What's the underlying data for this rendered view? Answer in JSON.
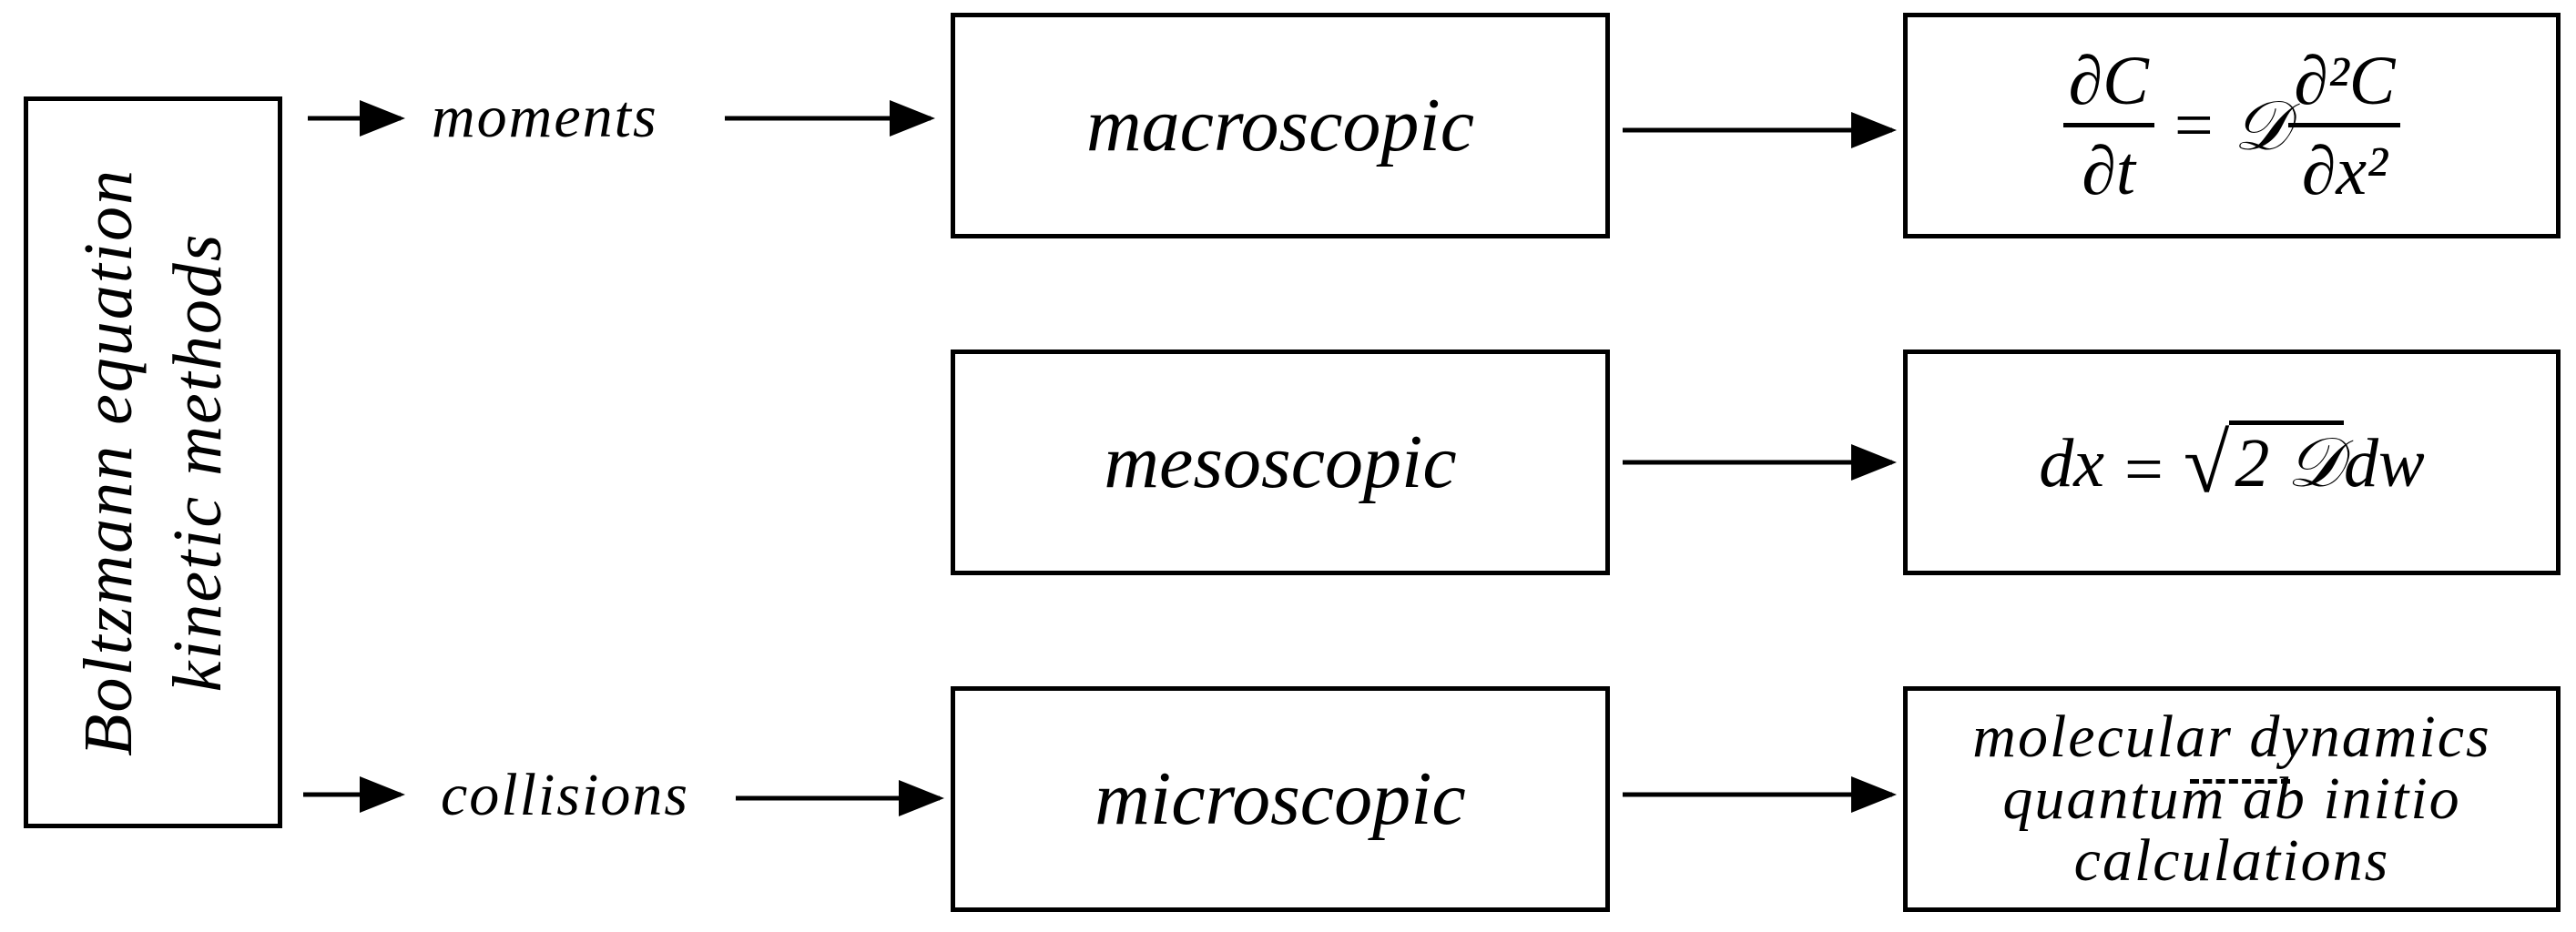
{
  "side": {
    "line1": "Boltzmann equation",
    "line2": "kinetic methods"
  },
  "arrows": {
    "top_label": "moments",
    "bottom_label": "collisions"
  },
  "scales": {
    "macro": "macroscopic",
    "meso": "mesoscopic",
    "micro": "microscopic"
  },
  "equations": {
    "diffusion": {
      "lhs_num": "∂C",
      "lhs_den": "∂t",
      "equals": "=",
      "coeff": "𝒟",
      "rhs_num": "∂²C",
      "rhs_den": "∂x²"
    },
    "langevin": {
      "lhs": "dx",
      "equals": "=",
      "radical": "√",
      "radicand": "2 𝒟",
      "tail": "dw"
    },
    "micro_methods": {
      "line1": "molecular dynamics",
      "line2": "quantum ab initio",
      "line3": "calculations"
    }
  }
}
